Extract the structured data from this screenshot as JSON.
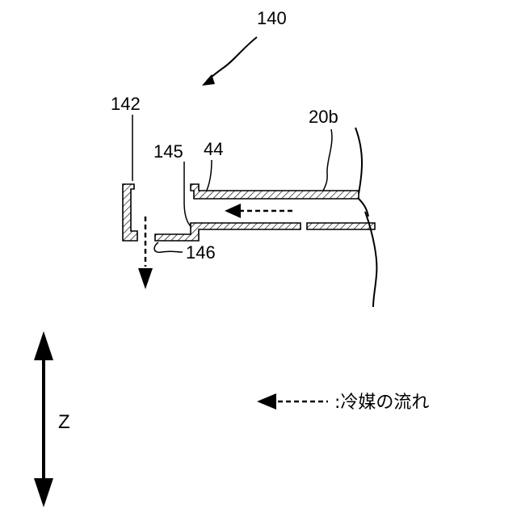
{
  "figure": {
    "labels": {
      "assembly": "140",
      "part_142": "142",
      "part_145": "145",
      "part_44": "44",
      "part_20b": "20b",
      "part_146": "146"
    },
    "axis": {
      "label": "Z"
    },
    "legend": {
      "text": ":冷媒の流れ"
    },
    "colors": {
      "ink": "#000000",
      "background": "#ffffff"
    }
  }
}
